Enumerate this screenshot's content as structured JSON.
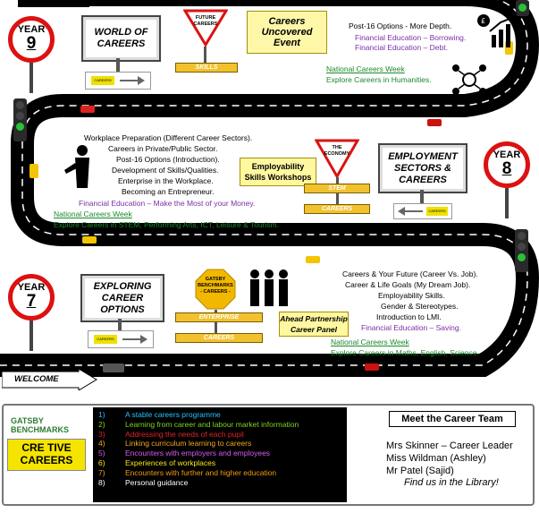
{
  "years": {
    "y9": {
      "label": "YEAR",
      "number": "9"
    },
    "y8": {
      "label": "YEAR",
      "number": "8"
    },
    "y7": {
      "label": "YEAR",
      "number": "7"
    }
  },
  "boards": {
    "world_of_careers": "WORLD OF CAREERS",
    "employment_sectors": "EMPLOYMENT SECTORS & CAREERS",
    "exploring_career_options": "EXPLORING CAREER OPTIONS"
  },
  "triangles": {
    "future_careers": "FUTURE CAREERS",
    "the_economy": "THE ECONOMY"
  },
  "strips": {
    "skills": "SKILLS",
    "stem": "STEM",
    "careers_8": "CAREERS",
    "enterprise": "ENTERPRISE",
    "careers_7": "CAREERS"
  },
  "events": {
    "careers_uncovered": "Careers Uncovered Event",
    "employability_workshops": "Employability Skills Workshops",
    "ahead_partnership": "Ahead Partnership Career Panel"
  },
  "gatsby_badge": {
    "line1": "GATSBY",
    "line2": "BENCHMARKS",
    "line3": "- CAREERS -"
  },
  "year9_topics": {
    "t1": "Post-16 Options - More Depth.",
    "t2": "Financial Education – Borrowing.",
    "t3": "Financial Education – Debt.",
    "t4": "National Careers Week",
    "t5": "Explore Careers in Humanities."
  },
  "year8_topics": {
    "t1": "Workplace Preparation (Different Career Sectors).",
    "t2": "Careers in Private/Public Sector.",
    "t3": "Post-16 Options (Introduction).",
    "t4": "Development of Skills/Qualities.",
    "t5": "Enterprise in the Workplace.",
    "t6": "Becoming an Entrepreneur.",
    "t7": "Financial Education – Make the Most of your Money.",
    "t8": "National Careers Week",
    "t9": "Explore Careers in STEM, Performing Arts, ICT, Leisure & Tourism."
  },
  "year7_topics": {
    "t1": "Careers & Your Future (Career Vs. Job).",
    "t2": "Career & Life Goals (My Dream Job).",
    "t3": "Employability Skills.",
    "t4": "Gender & Stereotypes.",
    "t5": "Introduction to LMI.",
    "t6": "Financial Education – Saving.",
    "t7": "National Careers Week",
    "t8": "Explore Careers in Maths, English, Science."
  },
  "welcome": "WELCOME",
  "logos": {
    "gatsby": "GATSBY BENCHMARKS",
    "creative_line1": "CRE TIVE",
    "creative_line2": "CAREERS"
  },
  "benchmarks": [
    {
      "n": "1)",
      "text": "A stable careers programme",
      "color": "#22c3ff"
    },
    {
      "n": "2)",
      "text": "Learning from career and labour market information",
      "color": "#7ed321"
    },
    {
      "n": "3)",
      "text": "Addressing the needs of each pupil",
      "color": "#e0252b"
    },
    {
      "n": "4)",
      "text": "Linking curriculum learning to careers",
      "color": "#f5a623"
    },
    {
      "n": "5)",
      "text": "Encounters with employers and employees",
      "color": "#d65cf0"
    },
    {
      "n": "6)",
      "text": "Experiences of workplaces",
      "color": "#f8e71c"
    },
    {
      "n": "7)",
      "text": "Encounters with further and higher education",
      "color": "#f39c12"
    },
    {
      "n": "8)",
      "text": "Personal guidance",
      "color": "#ffffff"
    }
  ],
  "team": {
    "title": "Meet the Career Team",
    "m1": "Mrs Skinner – Career Leader",
    "m2": "Miss Wildman (Ashley)",
    "m3": "Mr Patel (Sajid)",
    "footer": "Find us in the Library!"
  }
}
